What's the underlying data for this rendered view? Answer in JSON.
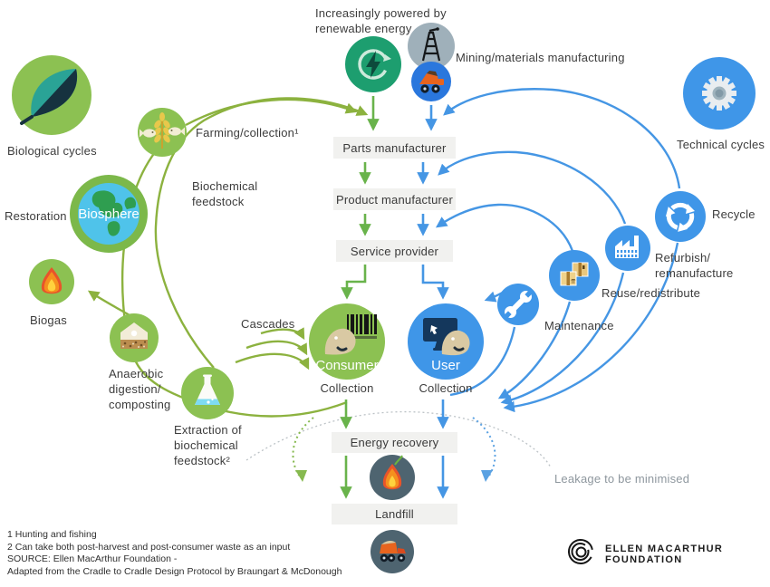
{
  "colors": {
    "bio_green": "#8cc152",
    "bio_arc_green": "#8cb23f",
    "bio_arrow_green": "#69b34b",
    "tech_blue": "#3f96e8",
    "tech_arc_blue": "#4596e4",
    "renewable_teal": "#1d9e6f",
    "mining_gray": "#9fb0ba",
    "slate_circle": "#4e6470",
    "box_bg": "#f1f1ef",
    "text": "#3c3c3c",
    "leakage_gray": "#8e979e"
  },
  "top": {
    "note": "Increasingly powered by\nrenewable energy",
    "mining_label": "Mining/materials manufacturing"
  },
  "left": {
    "biological_cycles": "Biological cycles",
    "farming": "Farming/collection¹",
    "biochemical_feedstock": "Biochemical\nfeedstock",
    "restoration": "Restoration",
    "biosphere": "Biosphere",
    "biogas": "Biogas",
    "anaerobic": "Anaerobic\ndigestion/\ncomposting",
    "extraction": "Extraction of\nbiochemical\nfeedstock²",
    "cascades": "Cascades"
  },
  "chain": {
    "parts": "Parts manufacturer",
    "product": "Product manufacturer",
    "service": "Service provider",
    "energy_recovery": "Energy recovery",
    "landfill": "Landfill"
  },
  "center": {
    "consumer": "Consumer",
    "user": "User",
    "collection_bio": "Collection",
    "collection_tech": "Collection"
  },
  "right": {
    "technical_cycles": "Technical cycles",
    "recycle": "Recycle",
    "refurbish": "Refurbish/\nremanufacture",
    "reuse": "Reuse/redistribute",
    "maintenance": "Maintenance",
    "leakage": "Leakage to be minimised"
  },
  "footer": {
    "footnotes": "1  Hunting and fishing\n2 Can take both post-harvest and post-consumer waste as an input\nSOURCE: Ellen MacArthur Foundation -\nAdapted from the Cradle to Cradle Design Protocol by Braungart & McDonough",
    "logo": "ELLEN MACARTHUR FOUNDATION"
  },
  "icons": {
    "leaf-icon": "leaf (biological cycles)",
    "gear-icon": "gear (technical cycles)",
    "renewable-energy-icon": "lightning bolt in circular arrow",
    "oil-derrick-icon": "drilling derrick",
    "mining-truck-icon": "dump truck",
    "wheat-fish-icon": "wheat stalk with two fish",
    "earth-icon": "planet earth (biosphere)",
    "flame-icon": "flame",
    "compost-icon": "composting soil mound",
    "flask-icon": "laboratory flask",
    "consumer-icon": "person head with barcode",
    "user-icon": "person head with monitor",
    "wrench-icon": "wrench",
    "boxes-icon": "parcel boxes",
    "factory-icon": "factory",
    "recycle-arrows-icon": "recycling arrows",
    "landfill-truck-icon": "dump truck",
    "emf-logo-icon": "concentric circles logo"
  }
}
